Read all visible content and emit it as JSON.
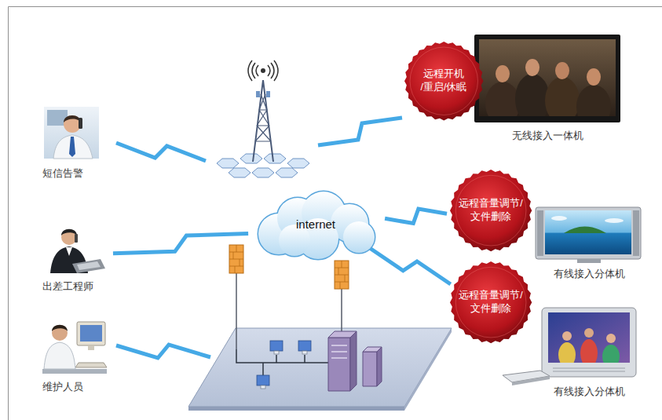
{
  "diagram": {
    "nodes": [
      {
        "text": [
          "短信告警"
        ]
      },
      {
        "text": [
          "远程开机 /重启/休眠"
        ]
      },
      {
        "text": [
          "无线接入一体机"
        ]
      },
      {
        "text": [
          "internet"
        ]
      },
      {
        "text": [
          "远程音量调节/ 文件删除"
        ]
      },
      {
        "text": [
          "出差工程师"
        ]
      },
      {
        "text": [
          "有线接入分体机"
        ]
      },
      {
        "text": [
          "远程音量调节/ 文件删除"
        ]
      },
      {
        "text": [
          "维护人员"
        ]
      },
      {
        "text": [
          "有线接入分体机"
        ]
      }
    ],
    "edges": [
      {
        "from": 5,
        "to": 3,
        "arrow": "none"
      },
      {
        "from": 3,
        "to": 4,
        "arrow": "none"
      },
      {
        "from": 3,
        "to": 7,
        "arrow": "none"
      }
    ]
  }
}
